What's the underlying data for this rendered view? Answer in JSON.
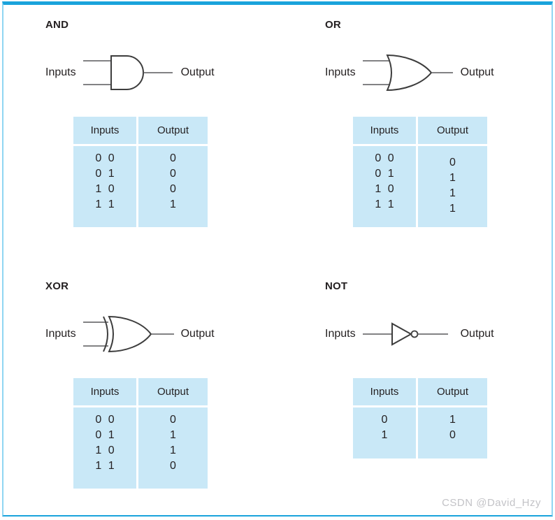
{
  "frame": {
    "watermark": "CSDN @David_Hzy"
  },
  "colors": {
    "frame_top_bottom_blue": "#1AA3DC",
    "frame_side_blue": "#90D6F2",
    "table_cell_bg": "#C9E8F7",
    "text": "#231F20",
    "gate_line": "#3D3D3D",
    "lead_line": "#58595B",
    "watermark_gray": "#C3C3C7"
  },
  "gates": [
    {
      "name": "AND",
      "inputs_label": "Inputs",
      "output_label": "Output",
      "table": {
        "col_inputs": "Inputs",
        "col_output": "Output",
        "rows": [
          {
            "in": "0 0",
            "out": "0"
          },
          {
            "in": "0 1",
            "out": "0"
          },
          {
            "in": "1 0",
            "out": "0"
          },
          {
            "in": "1 1",
            "out": "1"
          }
        ]
      }
    },
    {
      "name": "OR",
      "inputs_label": "Inputs",
      "output_label": "Output",
      "table": {
        "col_inputs": "Inputs",
        "col_output": "Output",
        "rows": [
          {
            "in": "0 0",
            "out": "0"
          },
          {
            "in": "0 1",
            "out": "1"
          },
          {
            "in": "1 0",
            "out": "1"
          },
          {
            "in": "1 1",
            "out": "1"
          }
        ]
      }
    },
    {
      "name": "XOR",
      "inputs_label": "Inputs",
      "output_label": "Output",
      "table": {
        "col_inputs": "Inputs",
        "col_output": "Output",
        "rows": [
          {
            "in": "0 0",
            "out": "0"
          },
          {
            "in": "0 1",
            "out": "1"
          },
          {
            "in": "1 0",
            "out": "1"
          },
          {
            "in": "1 1",
            "out": "0"
          }
        ]
      }
    },
    {
      "name": "NOT",
      "inputs_label": "Inputs",
      "output_label": "Output",
      "table": {
        "col_inputs": "Inputs",
        "col_output": "Output",
        "rows": [
          {
            "in": "0",
            "out": "1"
          },
          {
            "in": "1",
            "out": "0"
          }
        ]
      }
    }
  ]
}
